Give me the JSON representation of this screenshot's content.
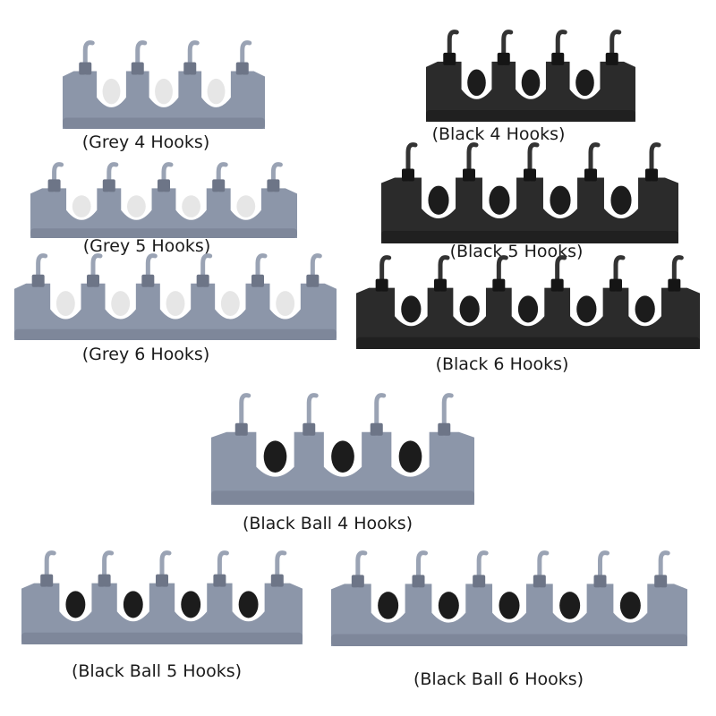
{
  "colors": {
    "grey_body": "#8c96a9",
    "grey_shadow": "#6d7587",
    "grey_hook": "#9aa3b4",
    "black_body": "#2b2b2b",
    "black_shadow": "#151515",
    "black_hook": "#333333",
    "white_ball": "#e6e6e6",
    "black_ball": "#1c1c1c",
    "label_text": "#1a1a1a"
  },
  "products": [
    {
      "id": "grey-4",
      "label": "(Grey 4 Hooks)",
      "hooks": 4,
      "body": "grey",
      "balls": "white"
    },
    {
      "id": "black-4",
      "label": "(Black 4 Hooks)",
      "hooks": 4,
      "body": "black",
      "balls": "black"
    },
    {
      "id": "grey-5",
      "label": "(Grey 5 Hooks)",
      "hooks": 5,
      "body": "grey",
      "balls": "white"
    },
    {
      "id": "black-5",
      "label": "(Black 5 Hooks)",
      "hooks": 5,
      "body": "black",
      "balls": "black"
    },
    {
      "id": "grey-6",
      "label": "(Grey 6 Hooks)",
      "hooks": 6,
      "body": "grey",
      "balls": "white"
    },
    {
      "id": "black-6",
      "label": "(Black 6 Hooks)",
      "hooks": 6,
      "body": "black",
      "balls": "black"
    },
    {
      "id": "black-ball-4",
      "label": "(Black Ball 4 Hooks)",
      "hooks": 4,
      "body": "grey",
      "balls": "black"
    },
    {
      "id": "black-ball-5",
      "label": "(Black Ball 5 Hooks)",
      "hooks": 5,
      "body": "grey",
      "balls": "black"
    },
    {
      "id": "black-ball-6",
      "label": "(Black Ball 6 Hooks)",
      "hooks": 6,
      "body": "grey",
      "balls": "black"
    }
  ]
}
